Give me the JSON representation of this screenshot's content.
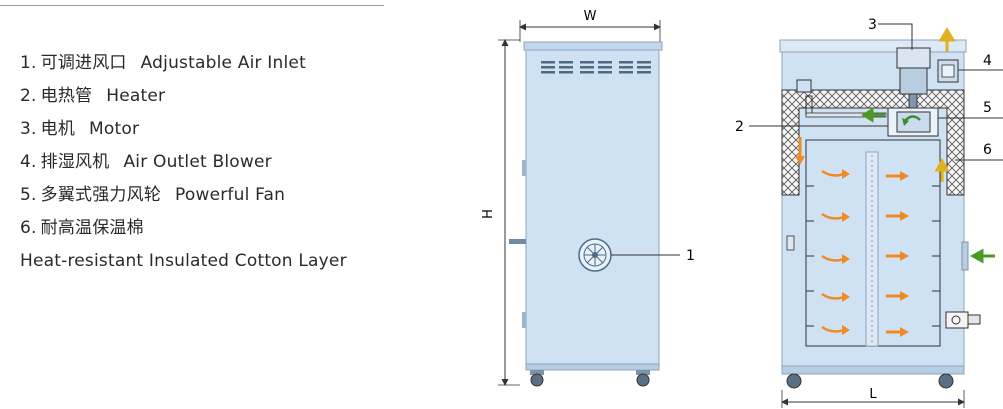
{
  "legend": {
    "items": [
      {
        "num": "1.",
        "zh": "可调进风口",
        "en": "Adjustable Air Inlet"
      },
      {
        "num": "2.",
        "zh": "电热管",
        "en": "Heater"
      },
      {
        "num": "3.",
        "zh": "电机",
        "en": "Motor"
      },
      {
        "num": "4.",
        "zh": "排湿风机",
        "en": "Air Outlet Blower"
      },
      {
        "num": "5.",
        "zh": "多翼式强力风轮",
        "en": "Powerful Fan"
      },
      {
        "num": "6.",
        "zh": "耐高温保温棉",
        "en": ""
      }
    ],
    "note": "Heat-resistant Insulated Cotton Layer"
  },
  "dimensions": {
    "width": "W",
    "height": "H",
    "length": "L"
  },
  "callouts": [
    "1",
    "2",
    "3",
    "4",
    "5",
    "6"
  ],
  "colors": {
    "cabinet_fill": "#cfe2f3",
    "cabinet_edge": "#8aa4bd",
    "flow_arrow": "#f08a24",
    "inlet_arrow": "#4c9a2a",
    "outlet_arrow": "#e0b020"
  }
}
